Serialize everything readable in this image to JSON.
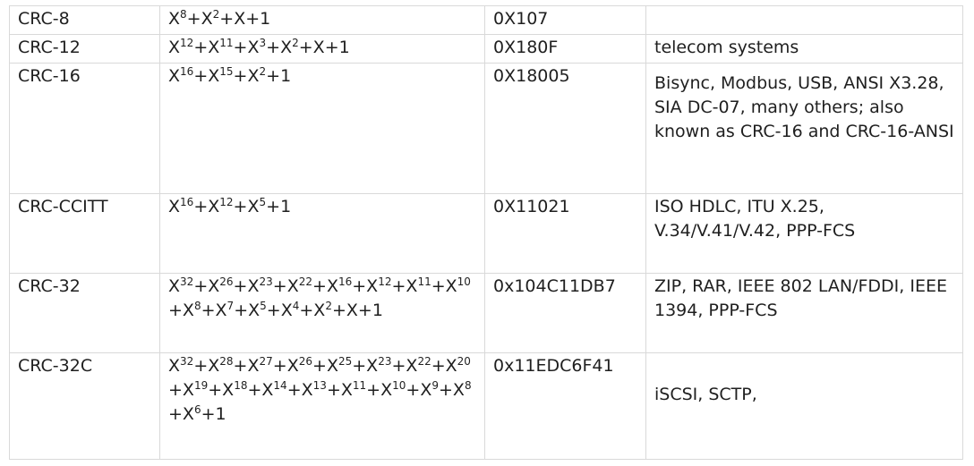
{
  "rows": [
    {
      "name": "CRC-8",
      "poly_terms": [
        {
          "base": "X",
          "exp": "8"
        },
        {
          "base": "X",
          "exp": "2"
        },
        {
          "base": "X",
          "exp": ""
        },
        {
          "base": "1",
          "exp": ""
        }
      ],
      "hex": "0X107",
      "usage": ""
    },
    {
      "name": "CRC-12",
      "poly_terms": [
        {
          "base": "X",
          "exp": "12"
        },
        {
          "base": "X",
          "exp": "11"
        },
        {
          "base": "X",
          "exp": "3"
        },
        {
          "base": "X",
          "exp": "2"
        },
        {
          "base": "X",
          "exp": ""
        },
        {
          "base": "1",
          "exp": ""
        }
      ],
      "hex": "0X180F",
      "usage": "telecom systems"
    },
    {
      "name": "CRC-16",
      "poly_terms": [
        {
          "base": "X",
          "exp": "16"
        },
        {
          "base": "X",
          "exp": "15"
        },
        {
          "base": "X",
          "exp": "2"
        },
        {
          "base": "1",
          "exp": ""
        }
      ],
      "hex": "0X18005",
      "usage": "Bisync, Modbus, USB, ANSI X3.28, SIA DC-07, many others; also known as CRC-16 and CRC-16-ANSI"
    },
    {
      "name": "CRC-CCITT",
      "poly_terms": [
        {
          "base": "X",
          "exp": "16"
        },
        {
          "base": "X",
          "exp": "12"
        },
        {
          "base": "X",
          "exp": "5"
        },
        {
          "base": "1",
          "exp": ""
        }
      ],
      "hex": "0X11021",
      "usage": "ISO HDLC, ITU X.25, V.34/V.41/V.42, PPP-FCS"
    },
    {
      "name": "CRC-32",
      "poly_terms": [
        {
          "base": "X",
          "exp": "32"
        },
        {
          "base": "X",
          "exp": "26"
        },
        {
          "base": "X",
          "exp": "23"
        },
        {
          "base": "X",
          "exp": "22"
        },
        {
          "base": "X",
          "exp": "16"
        },
        {
          "base": "X",
          "exp": "12"
        },
        {
          "base": "X",
          "exp": "11"
        },
        {
          "base": "X",
          "exp": "10"
        },
        {
          "base": "X",
          "exp": "8"
        },
        {
          "base": "X",
          "exp": "7"
        },
        {
          "base": "X",
          "exp": "5"
        },
        {
          "base": "X",
          "exp": "4"
        },
        {
          "base": "X",
          "exp": "2"
        },
        {
          "base": "X",
          "exp": ""
        },
        {
          "base": "1",
          "exp": ""
        }
      ],
      "hex": "0x104C11DB7",
      "usage": "ZIP, RAR, IEEE 802 LAN/FDDI, IEEE 1394, PPP-FCS"
    },
    {
      "name": "CRC-32C",
      "poly_terms": [
        {
          "base": "X",
          "exp": "32"
        },
        {
          "base": "X",
          "exp": "28"
        },
        {
          "base": "X",
          "exp": "27"
        },
        {
          "base": "X",
          "exp": "26"
        },
        {
          "base": "X",
          "exp": "25"
        },
        {
          "base": "X",
          "exp": "23"
        },
        {
          "base": "X",
          "exp": "22"
        },
        {
          "base": "X",
          "exp": "20"
        },
        {
          "base": "X",
          "exp": "19"
        },
        {
          "base": "X",
          "exp": "18"
        },
        {
          "base": "X",
          "exp": "14"
        },
        {
          "base": "X",
          "exp": "13"
        },
        {
          "base": "X",
          "exp": "11"
        },
        {
          "base": "X",
          "exp": "10"
        },
        {
          "base": "X",
          "exp": "9"
        },
        {
          "base": "X",
          "exp": "8"
        },
        {
          "base": "X",
          "exp": "6"
        },
        {
          "base": "1",
          "exp": ""
        }
      ],
      "hex": "0x11EDC6F41",
      "usage": "iSCSI, SCTP,"
    }
  ]
}
